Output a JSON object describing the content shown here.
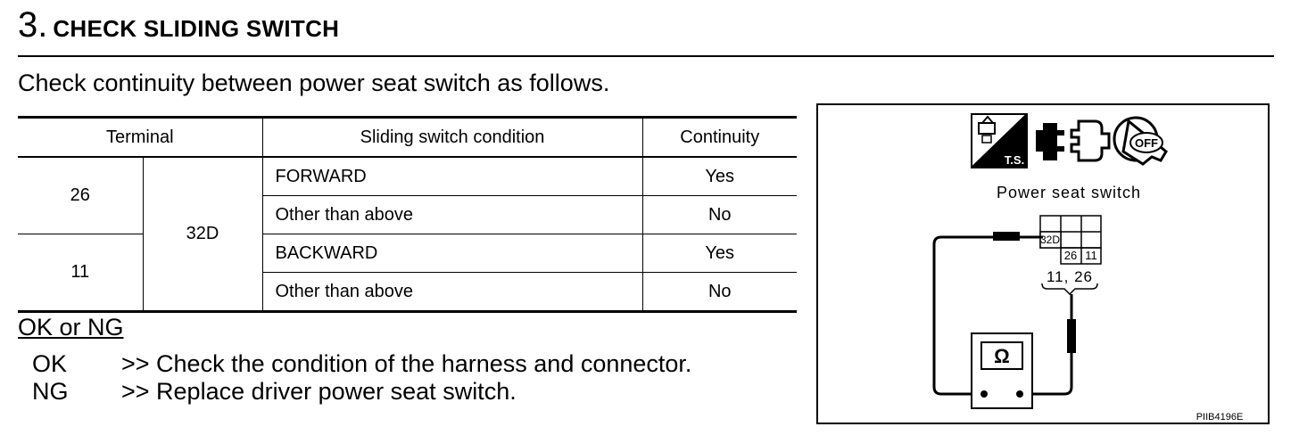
{
  "step": {
    "number": "3.",
    "title": "CHECK SLIDING SWITCH"
  },
  "intro": "Check continuity between power seat switch as follows.",
  "table": {
    "headers": {
      "terminal": "Terminal",
      "condition": "Sliding switch condition",
      "continuity": "Continuity"
    },
    "common_terminal": "32D",
    "groups": [
      {
        "terminal": "26",
        "rows": [
          {
            "condition": "FORWARD",
            "continuity": "Yes"
          },
          {
            "condition": "Other than above",
            "continuity": "No"
          }
        ]
      },
      {
        "terminal": "11",
        "rows": [
          {
            "condition": "BACKWARD",
            "continuity": "Yes"
          },
          {
            "condition": "Other than above",
            "continuity": "No"
          }
        ]
      }
    ]
  },
  "result": {
    "title": "OK or NG",
    "ok": {
      "key": "OK",
      "text": ">> Check the condition of the harness and connector."
    },
    "ng": {
      "key": "NG",
      "text": ">> Replace driver power seat switch."
    }
  },
  "figure": {
    "caption": "Power seat switch",
    "ts_label": "T.S.",
    "off_label": "OFF",
    "connector_cells": [
      "32D",
      "26",
      "11"
    ],
    "terminals_label": "11, 26",
    "meter_symbol": "Ω",
    "code": "PIIB4196E",
    "icons": [
      "service-data-ts-icon",
      "connector-disconnect-icon",
      "ignition-off-icon"
    ]
  }
}
